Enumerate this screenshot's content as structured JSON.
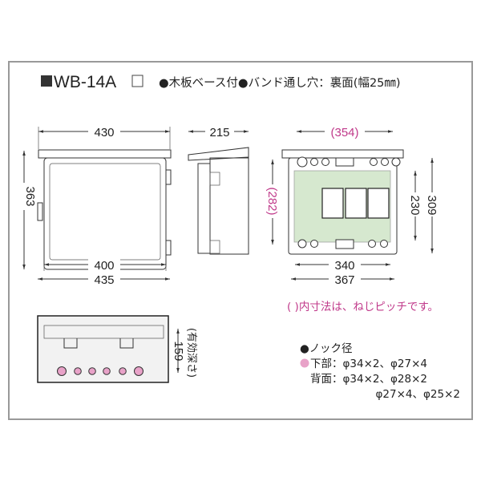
{
  "title": {
    "model": "WB-14A",
    "features": "●木板ベース付●バンド通し穴：裏面(幅25㎜)"
  },
  "front_view": {
    "width_top": "430",
    "height": "363",
    "inner_width": "400",
    "outer_width": "435"
  },
  "side_view": {
    "depth": "215"
  },
  "back_view": {
    "screw_pitch_width": "(354)",
    "screw_pitch_height": "(282)",
    "panel_height": "230",
    "body_height": "309",
    "panel_width": "340",
    "body_width": "367"
  },
  "pitch_note": "( )内寸法は、ねじピッチです。",
  "bottom_view": {
    "effective_depth": "159",
    "effective_depth_label": "(有効深さ)"
  },
  "knockouts": {
    "heading": "●ノック径",
    "bottom": "下部：φ34×2、φ27×4",
    "back_line1": "背面：φ34×2、φ28×2",
    "back_line2": "φ27×4、φ25×2"
  },
  "colors": {
    "accent_pink": "#c0398a",
    "knockout_pink": "#e8a2c8",
    "panel_green": "#d6e8cf"
  }
}
